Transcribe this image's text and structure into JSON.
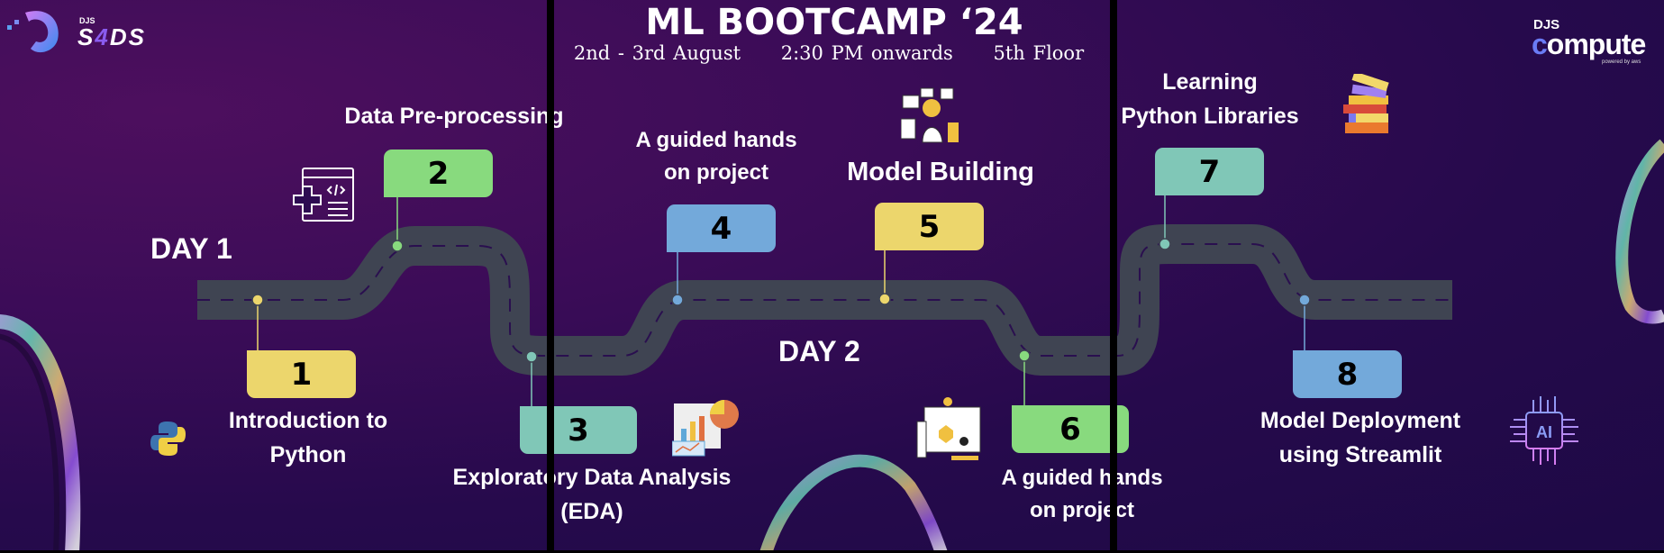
{
  "header": {
    "title": "ML BOOTCAMP ‘24",
    "dates": "2nd - 3rd August",
    "time": "2:30 PM onwards",
    "venue": "5th Floor"
  },
  "logos": {
    "left": "DJS S4DS",
    "right": "DJS compute powered by aws"
  },
  "days": {
    "day1": "DAY 1",
    "day2": "DAY 2"
  },
  "colors": {
    "yellow": "#ecd66c",
    "green": "#88da7e",
    "teal": "#80c7b7",
    "blue": "#73a9da",
    "road": "#3f4452",
    "background": "#2b0b50"
  },
  "milestones": [
    {
      "number": "1",
      "line1": "Introduction to",
      "line2": "Python",
      "icon": "python-icon"
    },
    {
      "number": "2",
      "line1": "Data Pre-processing",
      "icon": "code-document-icon"
    },
    {
      "number": "3",
      "line1": "Exploratory Data Analysis",
      "line2": "(EDA)",
      "icon": "analytics-chart-icon"
    },
    {
      "number": "4",
      "line1": "A guided hands",
      "line2": "on project"
    },
    {
      "number": "5",
      "line1": "Model Building",
      "icon": "robot-dashboard-icon"
    },
    {
      "number": "6",
      "line1": "A guided hands",
      "line2": "on project",
      "icon": "team-collaboration-icon"
    },
    {
      "number": "7",
      "line1": "Learning",
      "line2": "Python Libraries",
      "icon": "books-icon"
    },
    {
      "number": "8",
      "line1": "Model Deployment",
      "line2": "using Streamlit",
      "icon": "ai-chip-icon"
    }
  ]
}
